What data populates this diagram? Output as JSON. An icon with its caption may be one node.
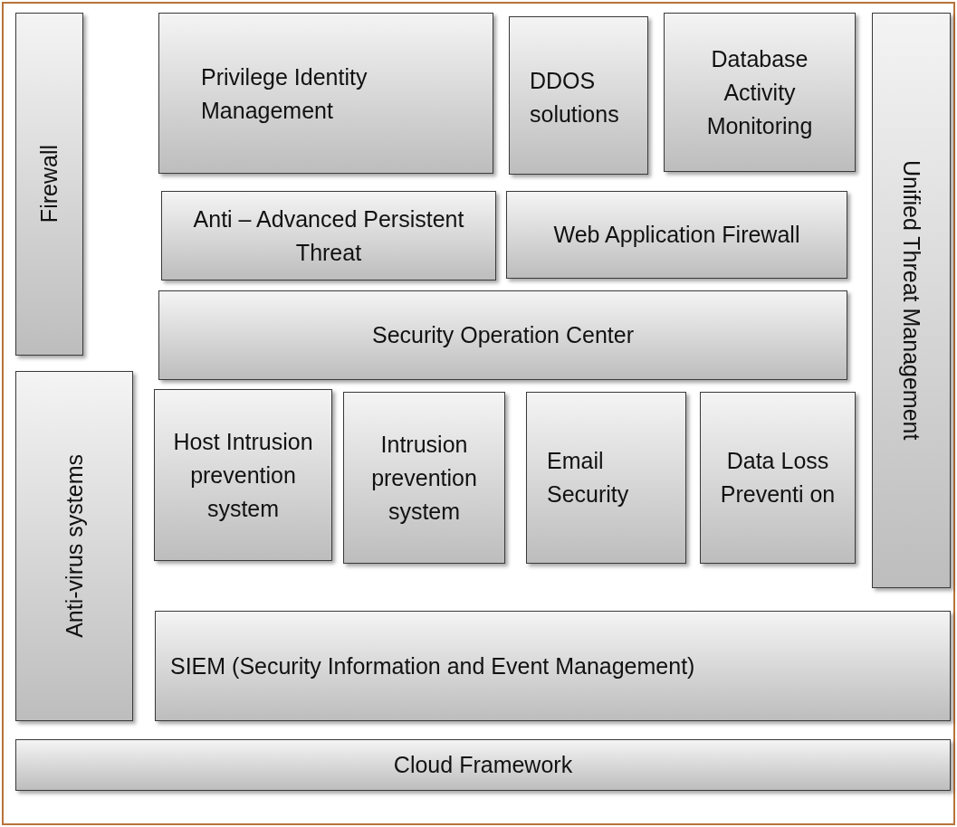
{
  "diagram": {
    "nodes": [
      {
        "text": [
          "Firewall"
        ]
      },
      {
        "text": [
          "Privilege Identity Management"
        ]
      },
      {
        "text": [
          "DDOS solutions"
        ]
      },
      {
        "text": [
          "Database Activity Monitoring"
        ]
      },
      {
        "text": [
          "Unified Threat Management"
        ]
      },
      {
        "text": [
          "Anti – Advanced Persistent Threat"
        ]
      },
      {
        "text": [
          "Web Application Firewall"
        ]
      },
      {
        "text": [
          "Security Operation Center"
        ]
      },
      {
        "text": [
          "Anti-virus systems"
        ]
      },
      {
        "text": [
          "Host Intrusion prevention system"
        ]
      },
      {
        "text": [
          "Intrusion prevention system"
        ]
      },
      {
        "text": [
          "Email Security"
        ]
      },
      {
        "text": [
          "Data Loss Preventi on"
        ]
      },
      {
        "text": [
          "SIEM (Security Information and Event Management)"
        ]
      },
      {
        "text": [
          "Cloud Framework"
        ]
      }
    ]
  }
}
